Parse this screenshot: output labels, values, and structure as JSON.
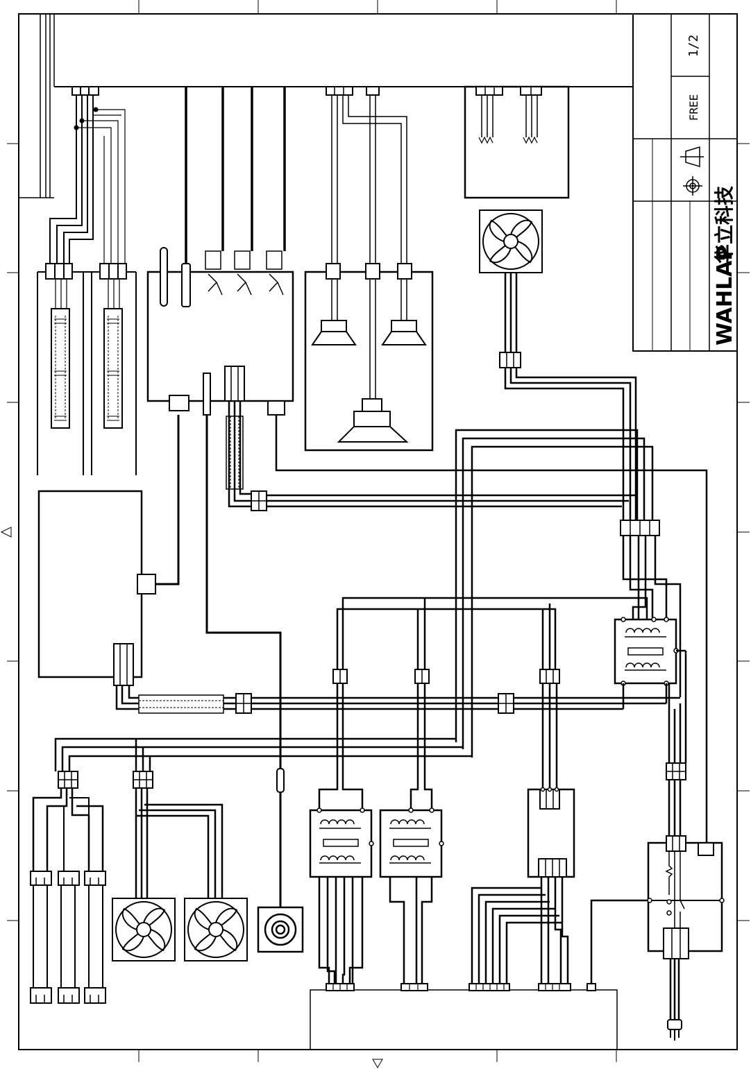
{
  "title_block": {
    "sheet": "1/2",
    "scale": "FREE",
    "brand": "WAHLAP",
    "brand_cn": "华立科技"
  },
  "colors": {
    "ink": "#000000",
    "paper": "#ffffff"
  },
  "symbols": {
    "projection": "third-angle-projection-icon",
    "fan": "fan-icon",
    "speaker": "speaker-icon",
    "transformer": "transformer-icon",
    "plug": "power-plug-icon"
  }
}
